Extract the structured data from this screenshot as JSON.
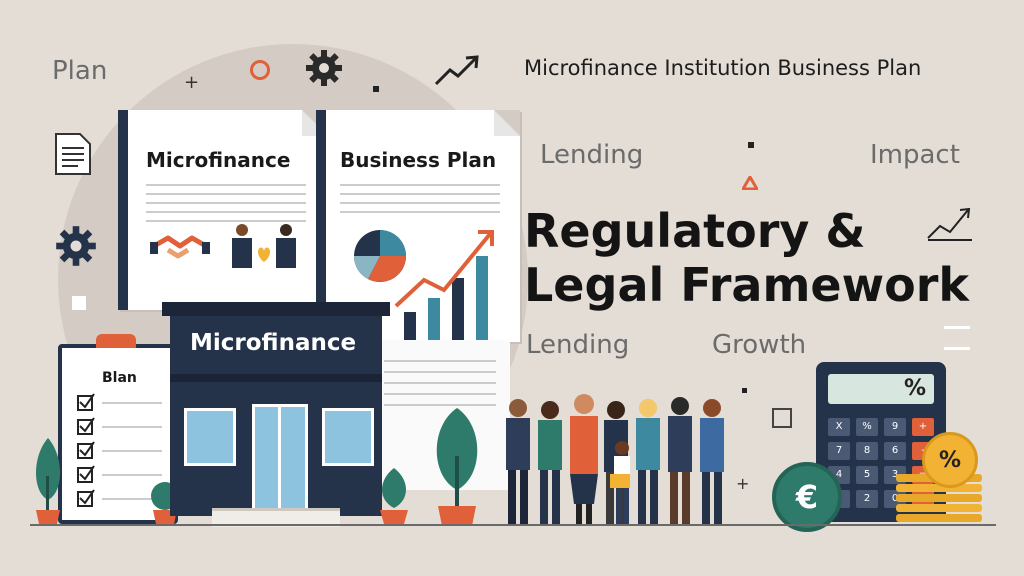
{
  "header": {
    "title": "Microfinance Institution Business Plan"
  },
  "headline": {
    "line1": "Regulatory &",
    "line2": "Legal Framework"
  },
  "floating_words": {
    "plan": "Plan",
    "lending_top": "Lending",
    "impact": "Impact",
    "lending_bottom": "Lending",
    "growth": "Growth"
  },
  "documents": {
    "left_title": "Microfinance",
    "right_title": "Business Plan"
  },
  "building": {
    "sign": "Microfinance"
  },
  "clipboard": {
    "title": "Blan"
  },
  "calculator": {
    "display": "%",
    "keys": [
      "X",
      "%",
      "9",
      "+",
      "7",
      "8",
      "6",
      "-",
      "4",
      "5",
      "3",
      "=",
      "1",
      "2",
      "0",
      "-"
    ]
  },
  "coins": {
    "euro_symbol": "€",
    "percent_symbol": "%"
  },
  "icons": [
    "document-icon",
    "gear-icon",
    "trend-arrow-icon",
    "handshake-icon",
    "pie-chart-icon",
    "bar-chart-icon",
    "checklist-icon",
    "calculator-icon",
    "euro-coin-icon",
    "percent-coin-icon"
  ],
  "colors": {
    "background": "#e4ddd6",
    "navy": "#24324a",
    "teal": "#2e7b6b",
    "orange": "#e0603a",
    "gold": "#f2b233"
  }
}
